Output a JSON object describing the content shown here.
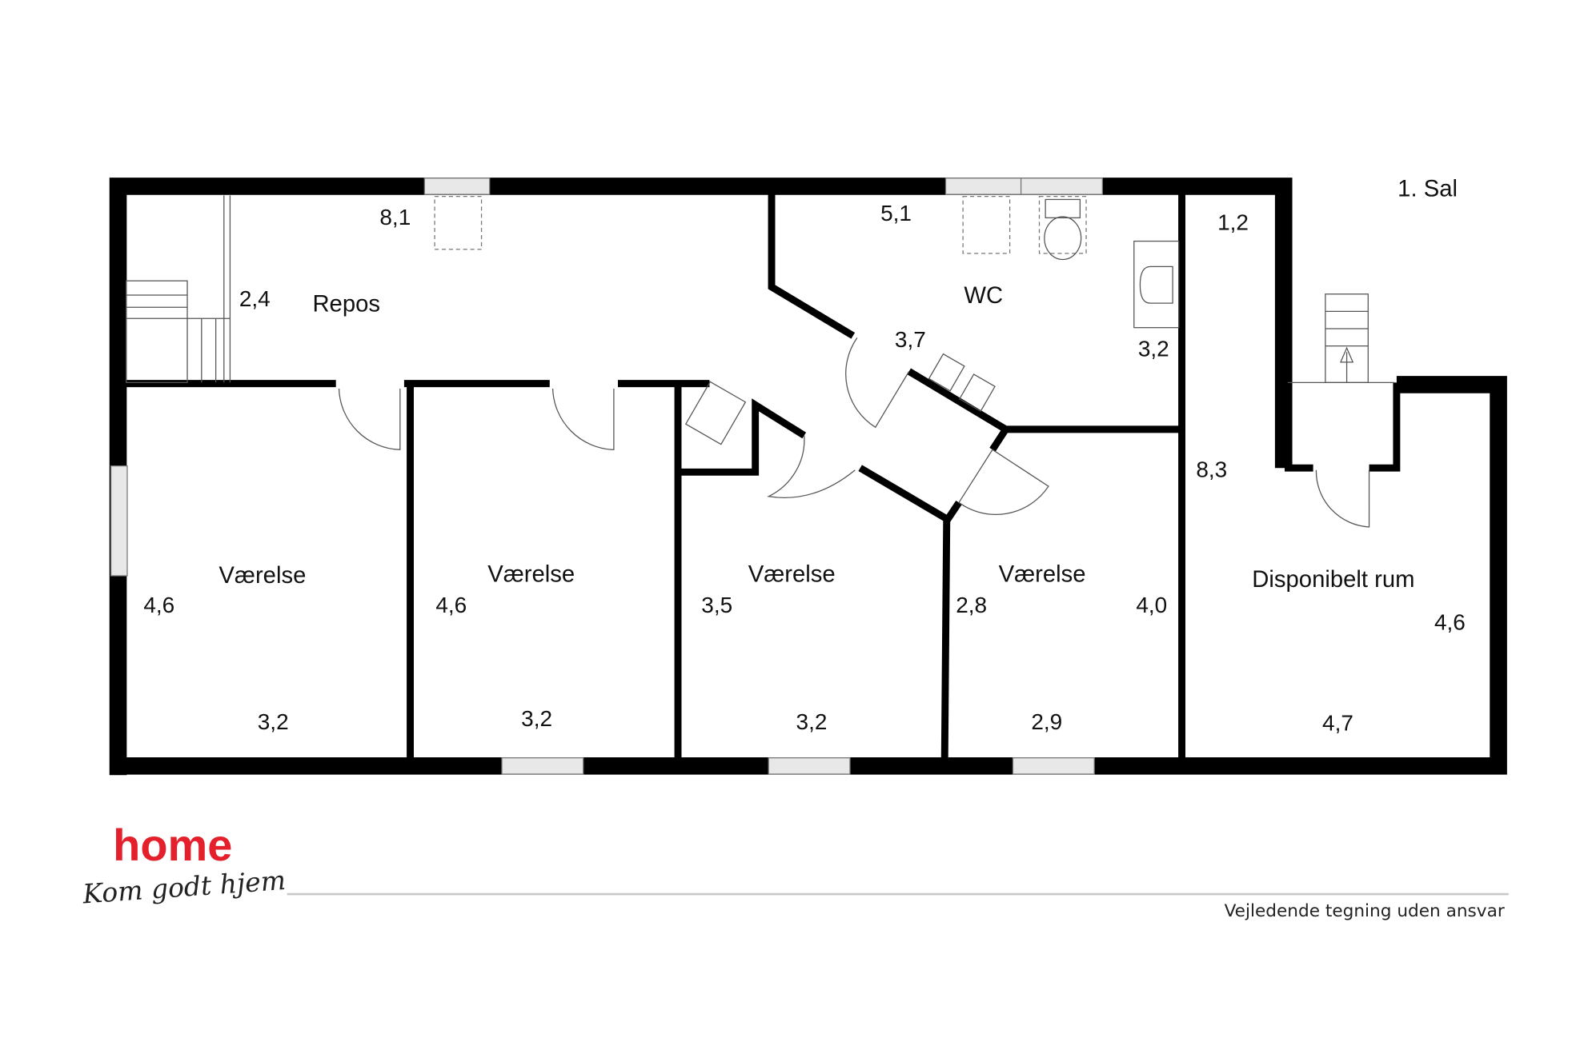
{
  "floor_label": "1. Sal",
  "rooms": [
    {
      "name": "Repos",
      "dims": [
        "8,1",
        "2,4"
      ]
    },
    {
      "name": "WC",
      "dims": [
        "5,1",
        "3,7",
        "3,2"
      ]
    },
    {
      "name": "Værelse",
      "dims": [
        "4,6",
        "3,2"
      ]
    },
    {
      "name": "Værelse",
      "dims": [
        "4,6",
        "3,2"
      ]
    },
    {
      "name": "Værelse",
      "dims": [
        "3,5",
        "3,2"
      ]
    },
    {
      "name": "Værelse",
      "dims": [
        "2,8",
        "4,0",
        "2,9"
      ]
    },
    {
      "name": "Disponibelt rum",
      "dims": [
        "1,2",
        "8,3",
        "4,6",
        "4,7"
      ]
    }
  ],
  "brand": {
    "name": "home",
    "slogan": "Kom godt hjem",
    "color": "#e3202b"
  },
  "disclaimer": "Vejledende tegning uden ansvar"
}
